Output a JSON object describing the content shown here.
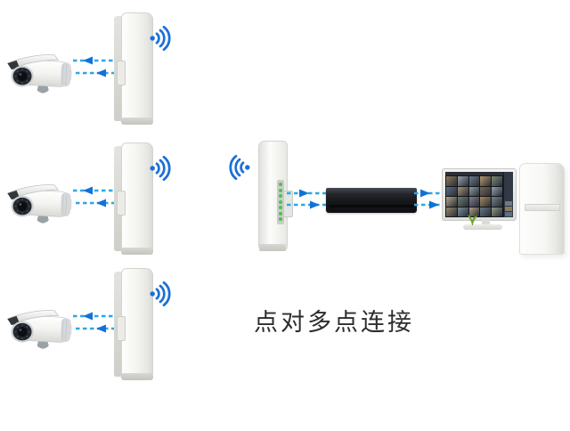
{
  "caption": {
    "text": "点对多点连接"
  },
  "colors": {
    "background": "#ffffff",
    "arrow_dash": "#2ea6e5",
    "arrow_head": "#1172d6",
    "wifi_blue": "#1b6fd8",
    "led_green": "#4fc04a",
    "text_color": "#2d2d2d"
  },
  "icons": [
    "cctv-camera-icon",
    "wifi-signal-icon",
    "wireless-bridge-device",
    "receiver-bridge-device",
    "data-flow-arrows-icon",
    "nvr-recorder",
    "monitor",
    "pc-tower",
    "plant-icon"
  ],
  "receiver": {
    "led_count": 7
  },
  "monitor": {
    "grid_thumbnails": [
      "#8c7b5e",
      "#9aa3ad",
      "#6b7b8c",
      "#b59a6e",
      "#7d8a77",
      "#5d6d85",
      "#a8937a",
      "#8f9ea6",
      "#77685a",
      "#90a0b5",
      "#b3a68e",
      "#6e7f74",
      "#867d92",
      "#a38b63",
      "#70828f",
      "#978671",
      "#7b8ca0",
      "#ad9f85",
      "#667788",
      "#8e9b8a"
    ],
    "sidebar_thumbnails": [
      "#6b7b8c",
      "#8c7b5e",
      "#5d6d85"
    ]
  }
}
